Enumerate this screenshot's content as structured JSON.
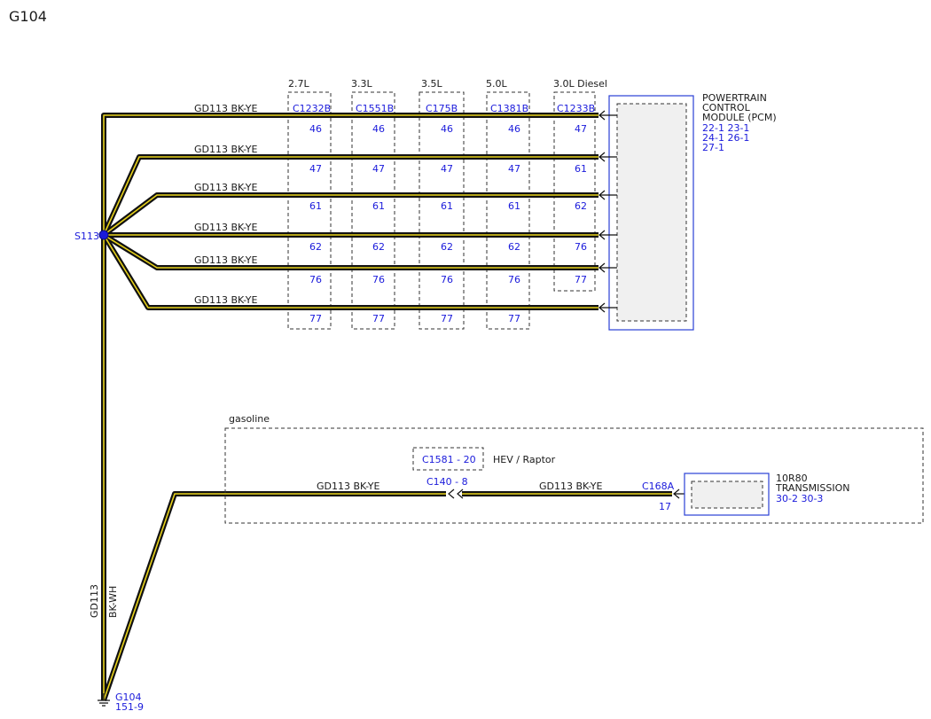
{
  "title": "G104",
  "splice": "S113",
  "wire_label": "GD113  BK-YE",
  "engines": [
    "2.7L",
    "3.3L",
    "3.5L",
    "5.0L",
    "3.0L Diesel"
  ],
  "connectors": [
    "C1232B",
    "C1551B",
    "C175B",
    "C1381B",
    "C1233B"
  ],
  "pins": [
    [
      "46",
      "47",
      "61",
      "62",
      "76",
      "77"
    ],
    [
      "46",
      "47",
      "61",
      "62",
      "76",
      "77"
    ],
    [
      "46",
      "47",
      "61",
      "62",
      "76",
      "77"
    ],
    [
      "46",
      "47",
      "61",
      "62",
      "76",
      "77"
    ],
    [
      "47",
      "61",
      "62",
      "76",
      "77"
    ]
  ],
  "pcm": {
    "name_lines": [
      "POWERTRAIN",
      "CONTROL",
      "MODULE (PCM)"
    ],
    "pin_lines": [
      "22-1  23-1",
      "24-1  26-1",
      "27-1"
    ]
  },
  "gasoline": {
    "label": "gasoline",
    "hev_connector": "C1581 - 20",
    "hev_label": "HEV / Raptor",
    "inline_connector": "C140 - 8",
    "trans_connector": "C168A",
    "trans_pin": "17",
    "trans_name_lines": [
      "10R80",
      "TRANSMISSION"
    ],
    "trans_pin_line": "30-2  30-3"
  },
  "main_wire": {
    "circuit": "GD113",
    "color": "BK-WH"
  },
  "ground": {
    "name": "G104",
    "pin": "151-9"
  },
  "colors": {
    "wire_core": "#e8d21a",
    "wire_outline": "#111111",
    "connector_text": "#1a1adb",
    "splice_dot": "#1a1adb"
  }
}
